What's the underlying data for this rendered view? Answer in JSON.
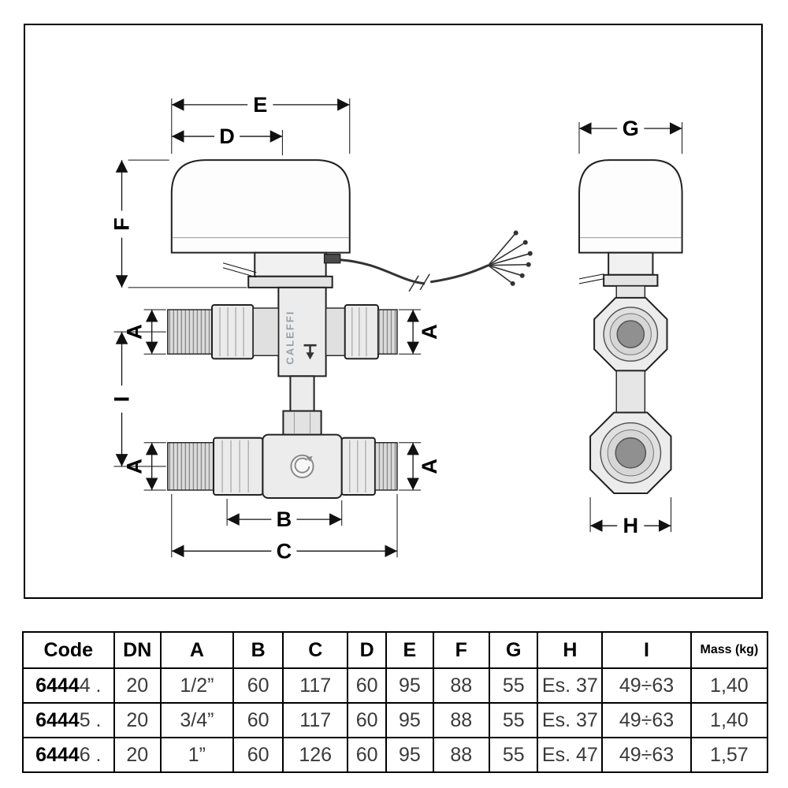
{
  "diagram": {
    "brand": "CALEFFI",
    "dims": {
      "a": "A",
      "b": "B",
      "c": "C",
      "d": "D",
      "e": "E",
      "f": "F",
      "g": "G",
      "h": "H",
      "i": "I"
    },
    "colors": {
      "line": "#111111",
      "part_fill": "#ececec",
      "dark_fill": "#909090"
    }
  },
  "table": {
    "headers": [
      "Code",
      "DN",
      "A",
      "B",
      "C",
      "D",
      "E",
      "F",
      "G",
      "H",
      "I",
      "Mass (kg)"
    ],
    "rows": [
      {
        "code_prefix": "6444",
        "code_suffix": "4 .",
        "cells": [
          "20",
          "1/2”",
          "60",
          "117",
          "60",
          "95",
          "88",
          "55",
          "Es. 37",
          "49÷63",
          "1,40"
        ]
      },
      {
        "code_prefix": "6444",
        "code_suffix": "5 .",
        "cells": [
          "20",
          "3/4”",
          "60",
          "117",
          "60",
          "95",
          "88",
          "55",
          "Es. 37",
          "49÷63",
          "1,40"
        ]
      },
      {
        "code_prefix": "6444",
        "code_suffix": "6 .",
        "cells": [
          "20",
          "1”",
          "60",
          "126",
          "60",
          "95",
          "88",
          "55",
          "Es. 47",
          "49÷63",
          "1,57"
        ]
      }
    ]
  }
}
